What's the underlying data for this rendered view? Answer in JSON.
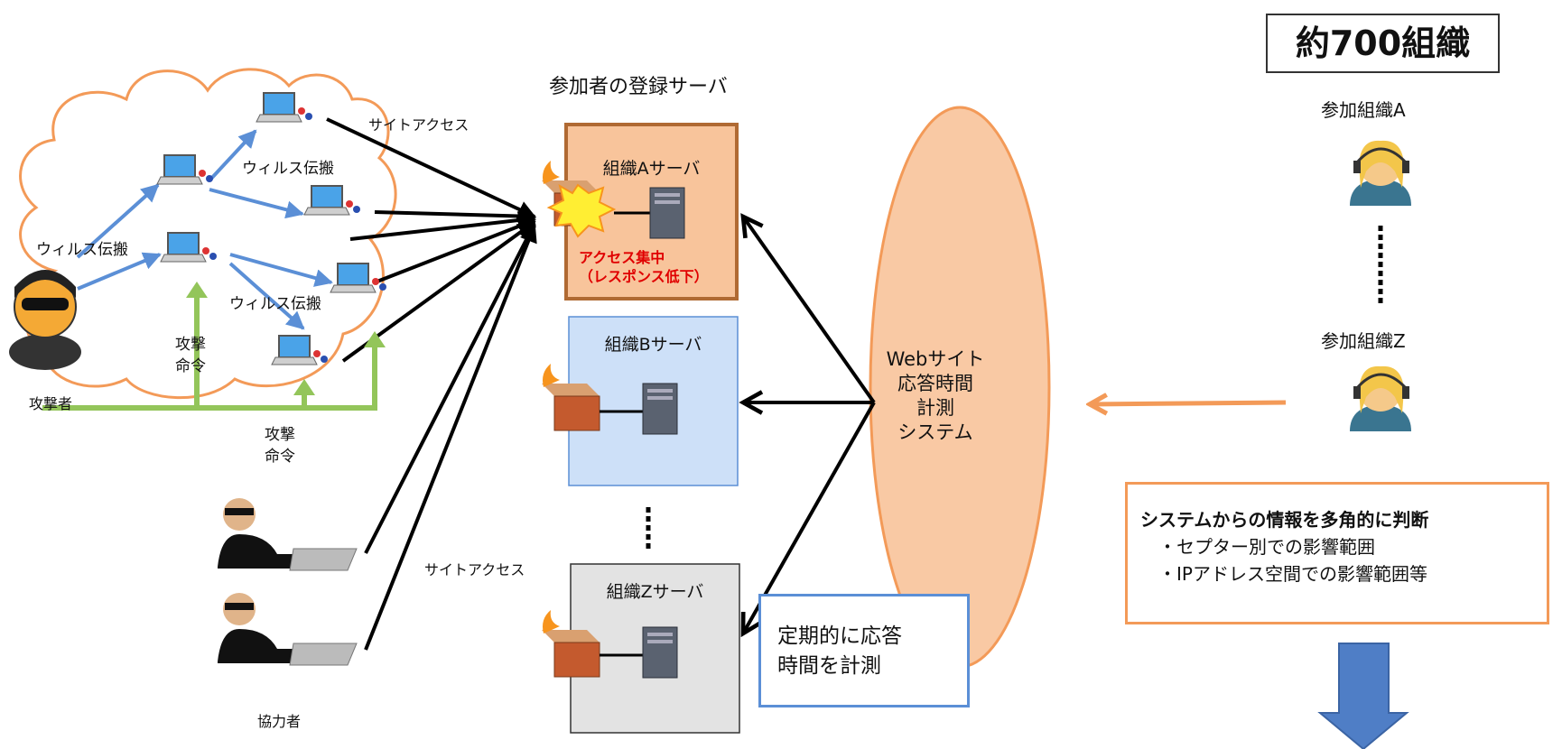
{
  "header": {
    "registration_servers": "参加者の登録サーバ",
    "org_count": "約700組織"
  },
  "left": {
    "site_access_top": "サイトアクセス",
    "site_access_bottom": "サイトアクセス",
    "virus_spread_1": "ウィルス伝搬",
    "virus_spread_2": "ウィルス伝搬",
    "virus_spread_3": "ウィルス伝搬",
    "attack_order_1": "攻撃\n命令",
    "attack_order_2": "攻撃\n命令",
    "attacker": "攻撃者",
    "collaborator": "協力者"
  },
  "servers": {
    "a_title": "組織Aサーバ",
    "a_alert": "アクセス集中\n（レスポンス低下）",
    "b_title": "組織Bサーバ",
    "z_title": "組織Zサーバ"
  },
  "center": {
    "system_label": "Webサイト\n応答時間\n計測\nシステム",
    "measure_note": "定期的に応答\n時間を計測"
  },
  "right": {
    "org_a": "参加組織A",
    "org_z": "参加組織Z",
    "info_title": "システムからの情報を多角的に判断",
    "info_item_1": "・セプター別での影響範囲",
    "info_item_2": "・IPアドレス空間での影響範囲等"
  },
  "colors": {
    "cloud": "#f39a58",
    "ellipse_fill": "#f9c9a4",
    "server_a_fill": "#f8c49b",
    "server_a_border": "#b06a33",
    "server_b_fill": "#cde0f8",
    "server_z_fill": "#e3e3e3",
    "blue_arrow": "#5b8fd6",
    "green_arrow": "#93c55a",
    "alert_red": "#e00000",
    "down_arrow": "#4f7ec6"
  }
}
